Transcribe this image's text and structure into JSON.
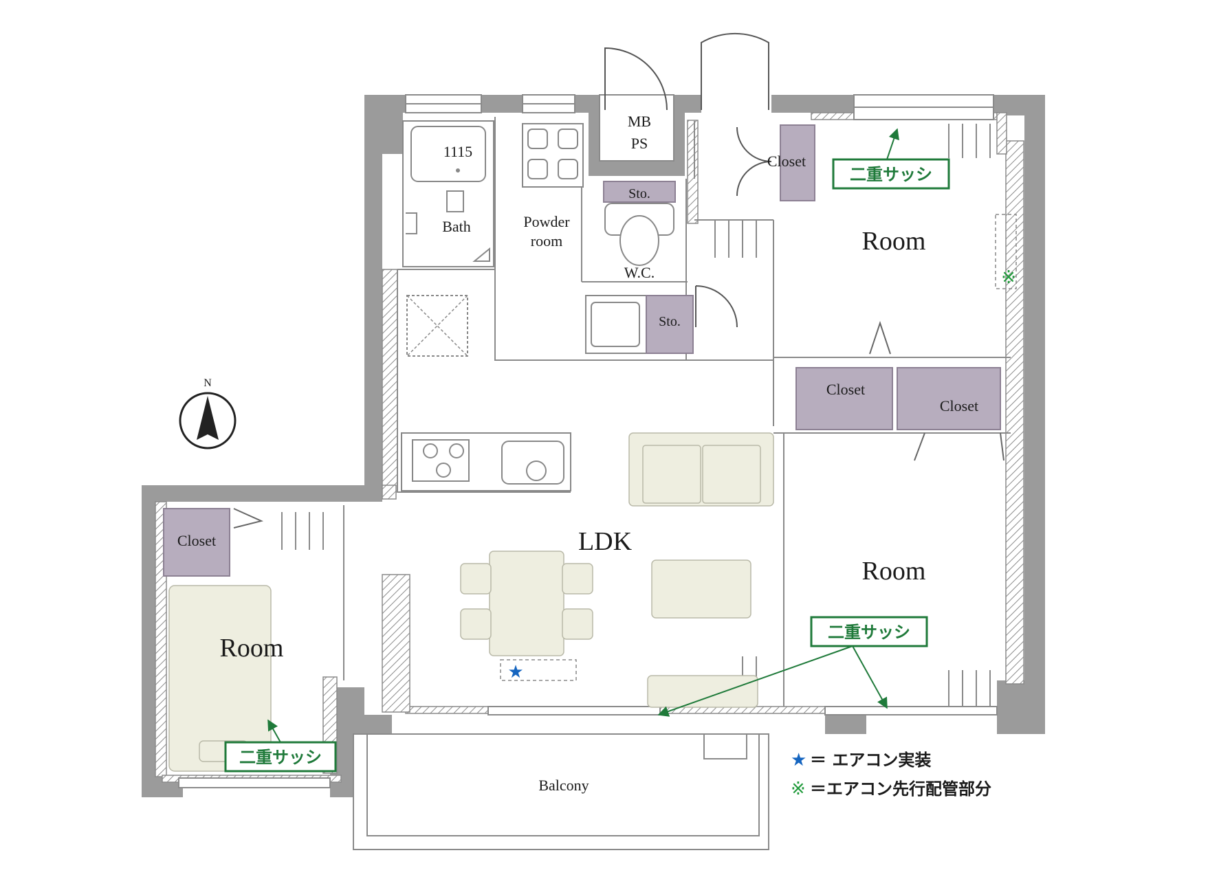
{
  "plan": {
    "rooms": {
      "ldk": "LDK",
      "room_ne": "Room",
      "room_e": "Room",
      "room_w": "Room",
      "bath": "Bath",
      "bath_code": "1115",
      "powder_line1": "Powder",
      "powder_line2": "room",
      "wc": "W.C.",
      "mb": "MB",
      "ps": "PS",
      "sto_wc": "Sto.",
      "sto_hall": "Sto.",
      "balcony": "Balcony"
    },
    "closets": {
      "north": "Closet",
      "mid_left": "Closet",
      "mid_right": "Closet",
      "west": "Closet"
    },
    "double_sash": {
      "ne": "二重サッシ",
      "se": "二重サッシ",
      "w": "二重サッシ"
    },
    "compass": {
      "north": "N"
    },
    "legend": {
      "star_symbol": "★",
      "star_text": "＝ エアコン実装",
      "ref_symbol": "※",
      "ref_text": "＝エアコン先行配管部分"
    },
    "colors": {
      "wall": "#9b9b9b",
      "closet": "#b7adbe",
      "furniture": "#eeeee0",
      "sash_green": "#1f7a3a",
      "star_blue": "#1565c0"
    }
  }
}
